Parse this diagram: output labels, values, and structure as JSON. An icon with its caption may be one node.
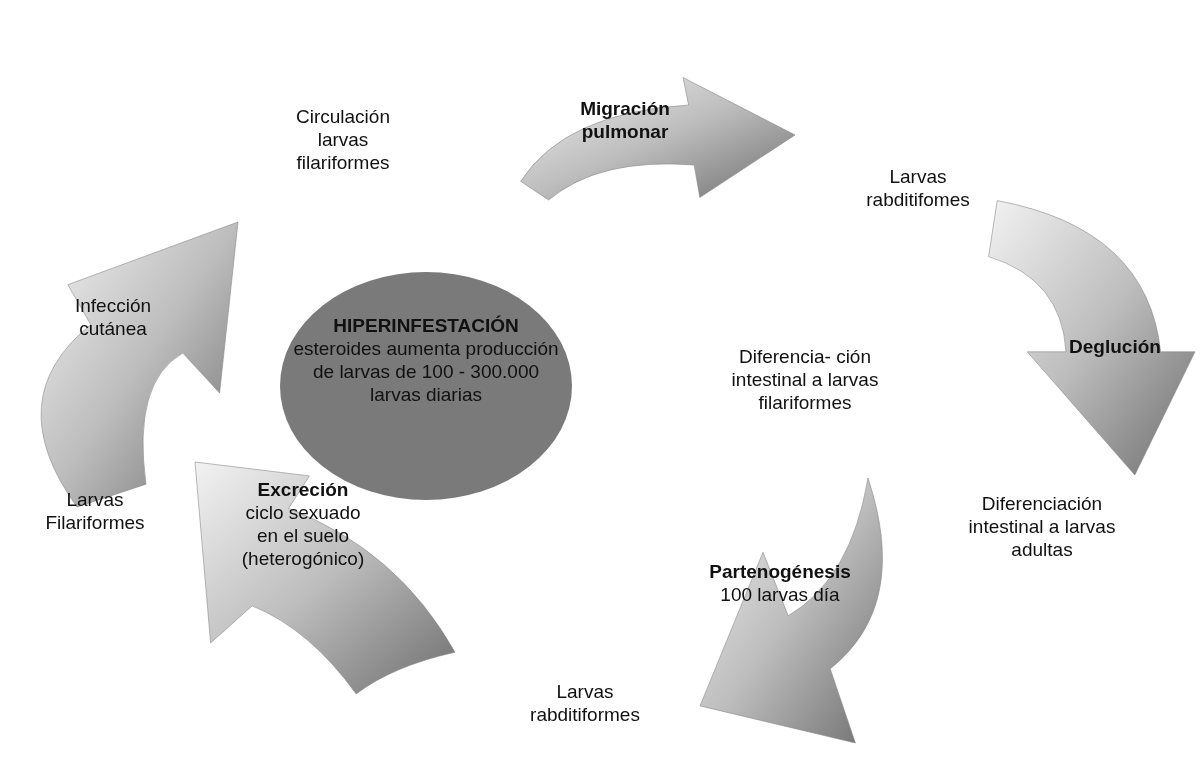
{
  "diagram": {
    "nodes": [
      {
        "text": [
          "Migración pulmonar"
        ]
      },
      {
        "text": [
          "Deglución"
        ]
      },
      {
        "text": [
          "Partenogénesis",
          "100 larvas día"
        ]
      },
      {
        "text": [
          "Excreción",
          "ciclo sexuado en el suelo (heterogónico)"
        ]
      },
      {
        "text": [
          "Infección cutánea"
        ]
      },
      {
        "text": [
          "HIPERINFESTACIÓN",
          "esteroides aumenta producción de larvas de 100 - 300.000 larvas diarias"
        ]
      }
    ],
    "labels": [
      "Circulación larvas filariformes",
      "Larvas rabditifomes",
      "Diferencia- ción intestinal a larvas filariformes",
      "Diferenciación intestinal a larvas adultas",
      "Larvas Filariformes",
      "Larvas rabditiformes"
    ]
  }
}
